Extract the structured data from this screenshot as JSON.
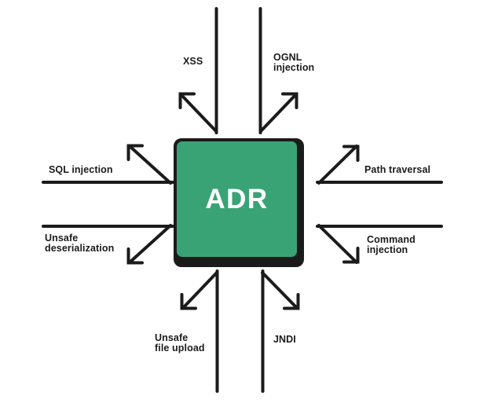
{
  "diagram": {
    "center_label": "ADR",
    "attacks": [
      {
        "id": "xss",
        "label": "XSS",
        "lines": [
          "XSS"
        ]
      },
      {
        "id": "ognl",
        "label": "OGNL injection",
        "lines": [
          "OGNL",
          "injection"
        ]
      },
      {
        "id": "sql",
        "label": "SQL injection",
        "lines": [
          "SQL injection"
        ]
      },
      {
        "id": "path",
        "label": "Path traversal",
        "lines": [
          "Path traversal"
        ]
      },
      {
        "id": "deser",
        "label": "Unsafe deserialization",
        "lines": [
          "Unsafe",
          "deserialization"
        ]
      },
      {
        "id": "cmd",
        "label": "Command injection",
        "lines": [
          "Command",
          "injection"
        ]
      },
      {
        "id": "upload",
        "label": "Unsafe file upload",
        "lines": [
          "Unsafe",
          "file upload"
        ]
      },
      {
        "id": "jndi",
        "label": "JNDI",
        "lines": [
          "JNDI"
        ]
      }
    ],
    "colors": {
      "accent_green": "#3AA376",
      "ink": "#1B1B1B",
      "background": "#FFFFFF",
      "center_text": "#FFFFFF"
    }
  }
}
